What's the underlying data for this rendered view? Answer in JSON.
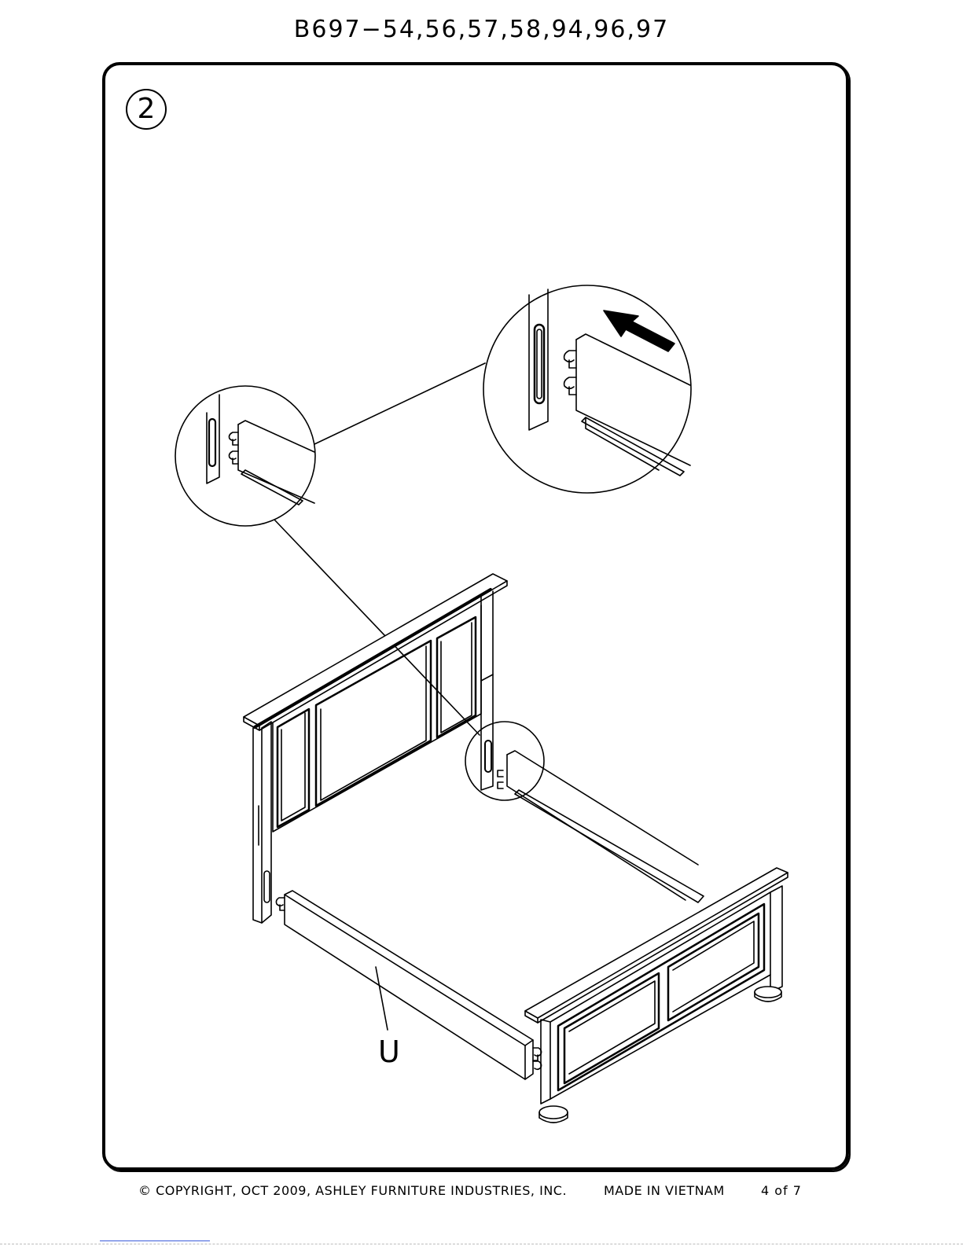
{
  "document": {
    "model_numbers": "B697−54,56,57,58,94,96,97",
    "step_number": "2",
    "part_label": "U"
  },
  "footer": {
    "copyright": "© COPYRIGHT, OCT 2009, ASHLEY FURNITURE INDUSTRIES, INC.",
    "made_in": "MADE IN VIETNAM",
    "page": "4 of 7"
  }
}
